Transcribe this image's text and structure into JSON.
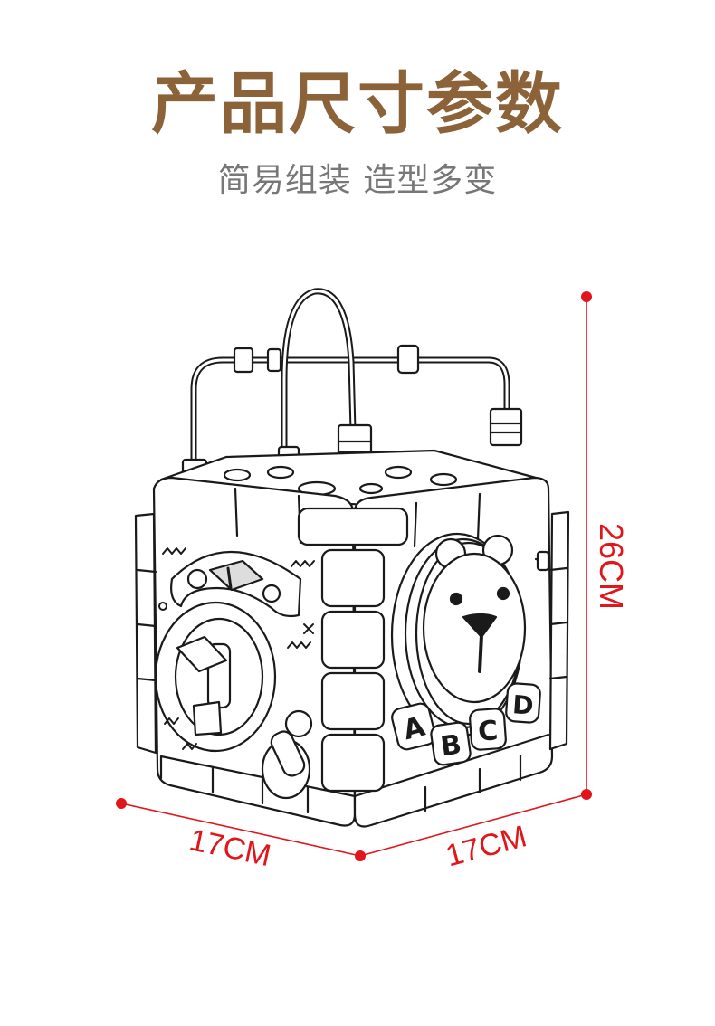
{
  "header": {
    "title": "产品尺寸参数",
    "subtitle": "简易组装 造型多变"
  },
  "dimensions": {
    "height_label": "26CM",
    "width_left_label": "17CM",
    "width_right_label": "17CM"
  },
  "product": {
    "letter_blocks": [
      "A",
      "B",
      "C",
      "D"
    ],
    "line_color": "#1a1a1a"
  },
  "colors": {
    "title": "#8c6239",
    "subtitle": "#777777",
    "dimension": "#e0161b"
  }
}
